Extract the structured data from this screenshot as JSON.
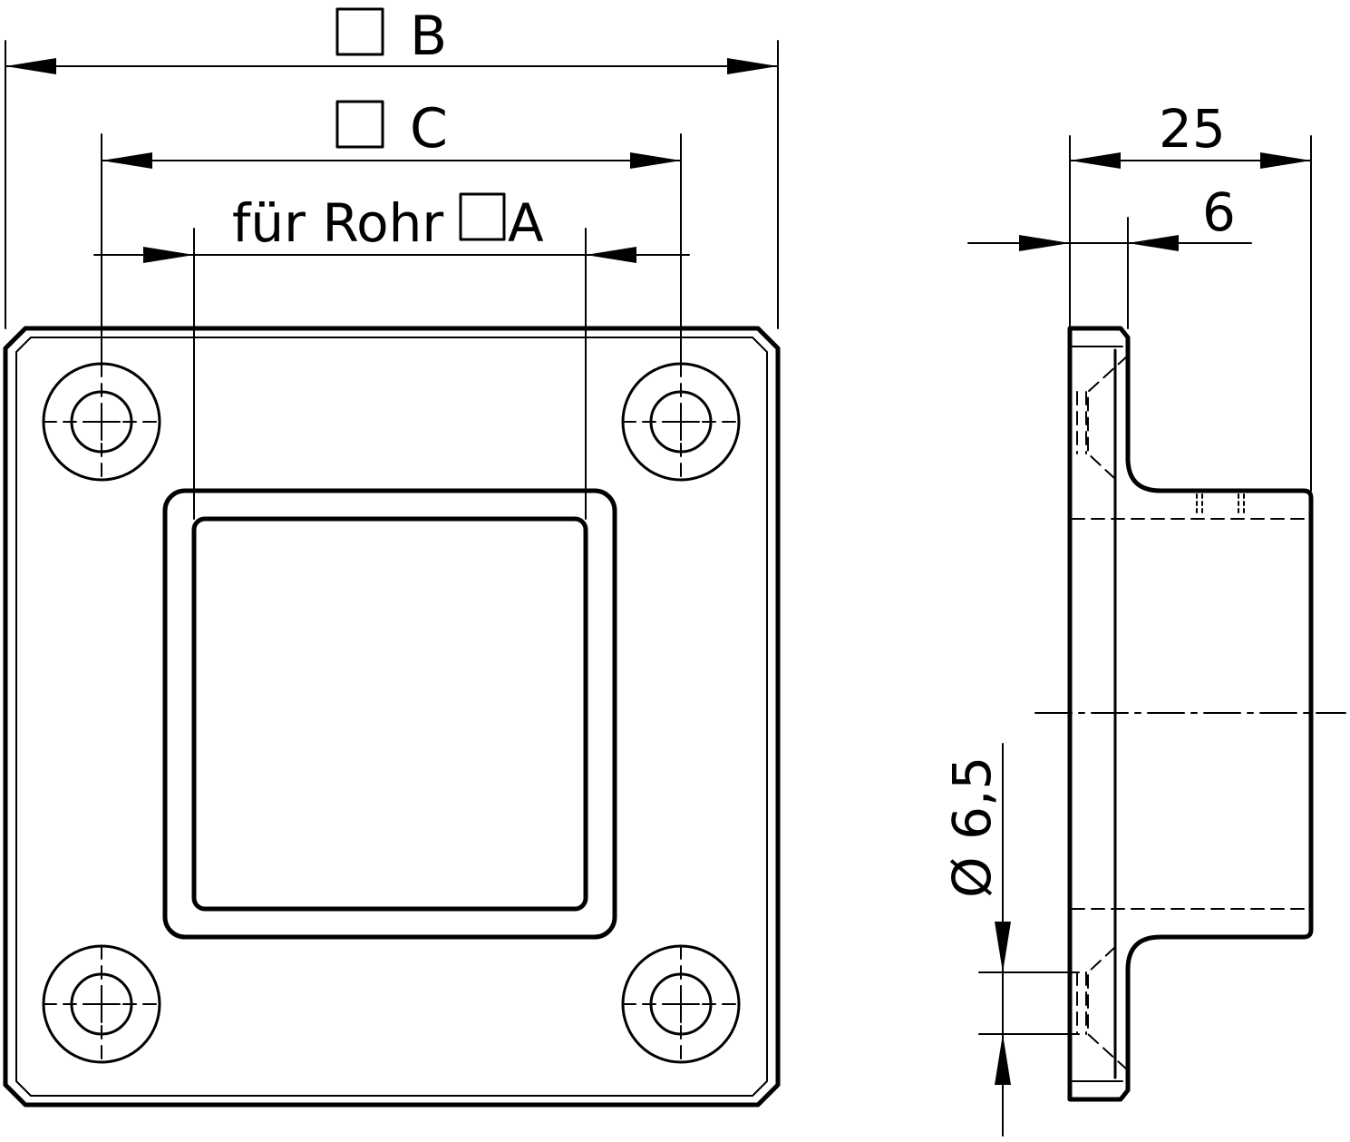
{
  "dimensions": {
    "b_label": "B",
    "c_label": "C",
    "a_prefix": "für Rohr",
    "a_label": "A",
    "depth": "25",
    "plate_thickness": "6",
    "hole_diameter": "Ø 6,5"
  }
}
